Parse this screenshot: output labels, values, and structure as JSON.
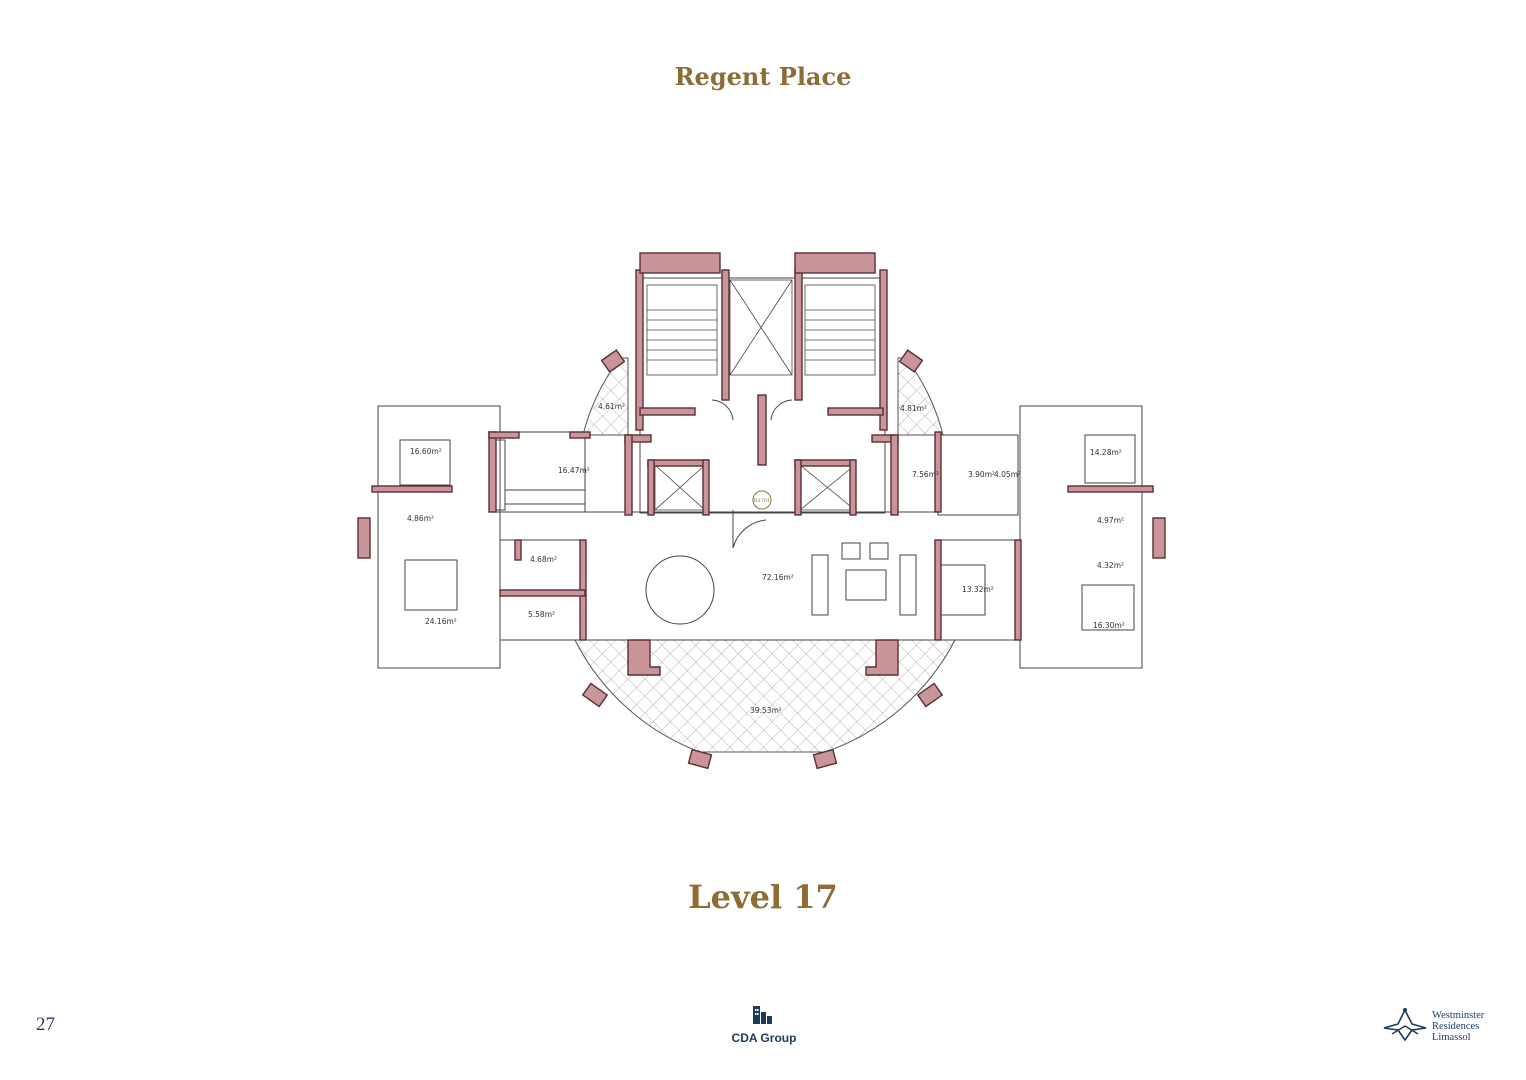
{
  "header": {
    "title": "Regent Place"
  },
  "plan": {
    "level_label": "Level 17",
    "unit_tag": "R1701",
    "rooms": [
      {
        "id": "bed-left-top",
        "area": "16.60m²"
      },
      {
        "id": "kitchen",
        "area": "16.47m²"
      },
      {
        "id": "balcony-left-top",
        "area": "4.61m²"
      },
      {
        "id": "balcony-right-top",
        "area": "4.81m²"
      },
      {
        "id": "wc-left",
        "area": "4.86m²"
      },
      {
        "id": "bath-centre-left",
        "area": "4.68m²"
      },
      {
        "id": "store",
        "area": "5.58m²"
      },
      {
        "id": "master-bed",
        "area": "24.16m²"
      },
      {
        "id": "living",
        "area": "72.16m²"
      },
      {
        "id": "entry-right",
        "area": "7.56m²"
      },
      {
        "id": "wc-right-a",
        "area": "3.90m²"
      },
      {
        "id": "wc-right-b",
        "area": "4.05m²"
      },
      {
        "id": "bed-right-top",
        "area": "14.28m²"
      },
      {
        "id": "bath-right-a",
        "area": "4.97m²"
      },
      {
        "id": "bath-right-b",
        "area": "4.32m²"
      },
      {
        "id": "bed-right-mid",
        "area": "13.32m²"
      },
      {
        "id": "bed-right-bottom",
        "area": "16.30m²"
      },
      {
        "id": "terrace",
        "area": "39.53m²"
      }
    ]
  },
  "footer": {
    "page_number": "27",
    "cda_logo_text": "CDA Group",
    "wrl_logo_lines": [
      "Westminster",
      "Residences",
      "Limassol"
    ]
  },
  "colors": {
    "title_gold": "#8c6d35",
    "wall_fill": "#c9959b",
    "wall_stroke": "#5a2f33",
    "navy": "#1d3a5c"
  }
}
